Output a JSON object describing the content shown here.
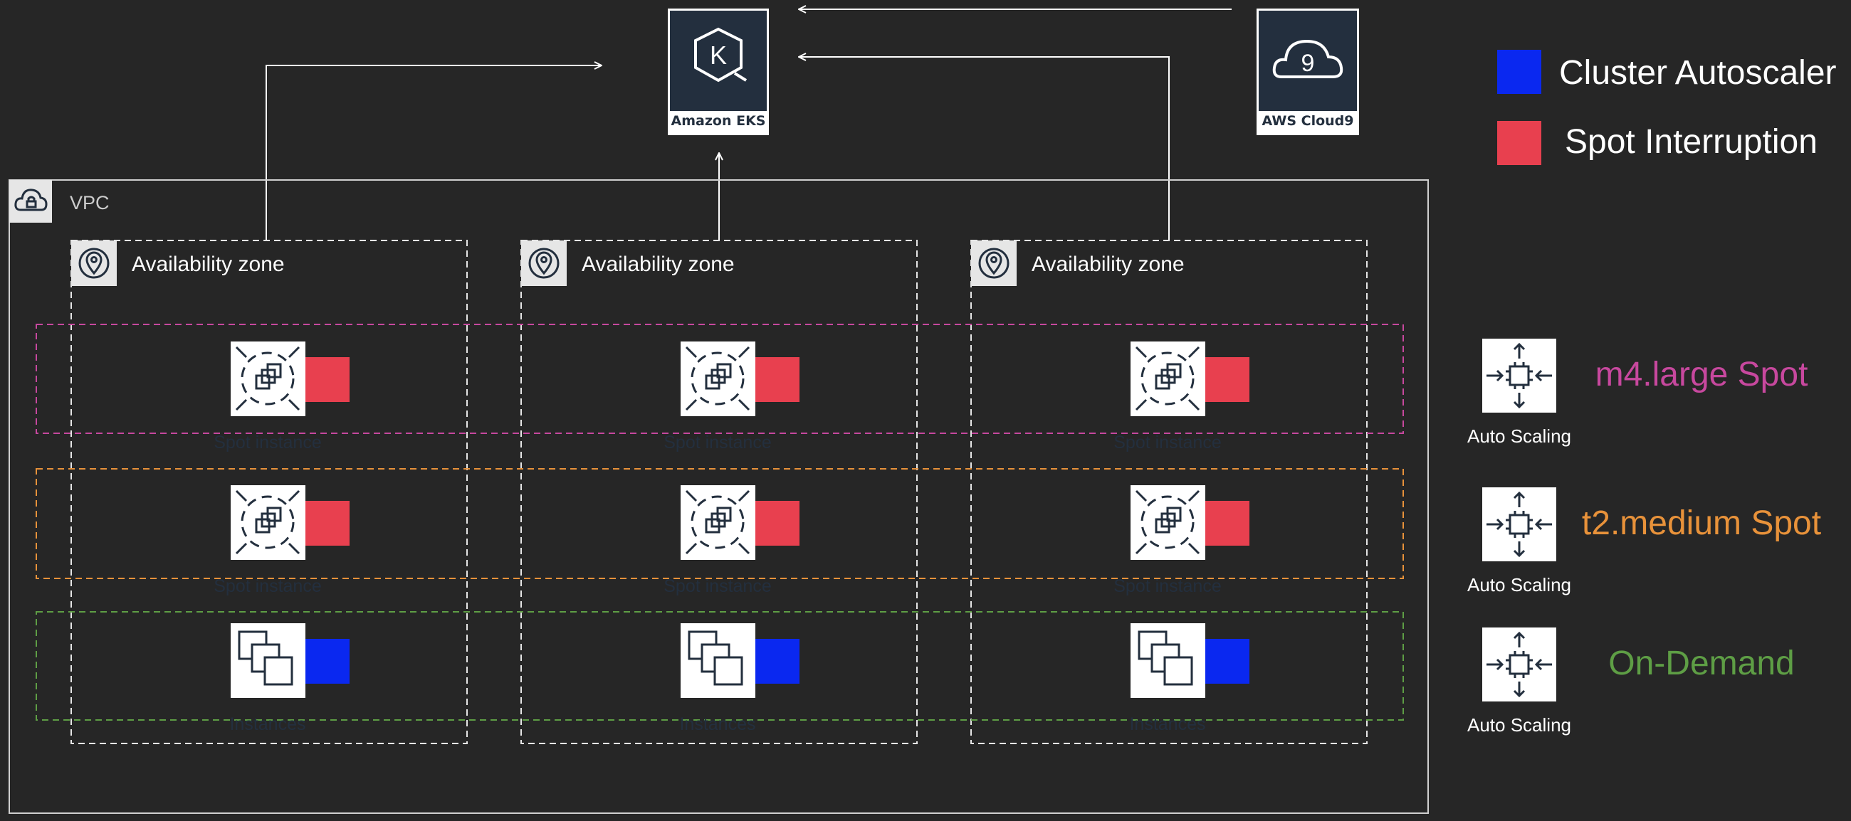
{
  "top_services": {
    "eks": {
      "label": "Amazon EKS",
      "glyph": "K"
    },
    "cloud9": {
      "label": "AWS Cloud9",
      "glyph": "9"
    }
  },
  "vpc": {
    "label": "VPC"
  },
  "zones": [
    {
      "label": "Availability zone"
    },
    {
      "label": "Availability zone"
    },
    {
      "label": "Availability zone"
    }
  ],
  "rows": [
    {
      "kind": "spot",
      "color": "#C7489E",
      "instance_label": "Spot instance"
    },
    {
      "kind": "spot",
      "color": "#E8923A",
      "instance_label": "Spot instance"
    },
    {
      "kind": "ondemand",
      "color": "#5E9E45",
      "instance_label": "Instances"
    }
  ],
  "badges": {
    "autoscaler_color": "#0A28F0",
    "interruption_color": "#E8404F"
  },
  "legend": {
    "autoscaler_label": "Cluster Autoscaler",
    "interruption_label": "Spot Interruption"
  },
  "groups": [
    {
      "name": "m4.large Spot",
      "color": "#C7489E",
      "caption": "Auto Scaling"
    },
    {
      "name": "t2.medium Spot",
      "color": "#E8923A",
      "caption": "Auto Scaling"
    },
    {
      "name": "On-Demand",
      "color": "#5E9E45",
      "caption": "Auto Scaling"
    }
  ]
}
